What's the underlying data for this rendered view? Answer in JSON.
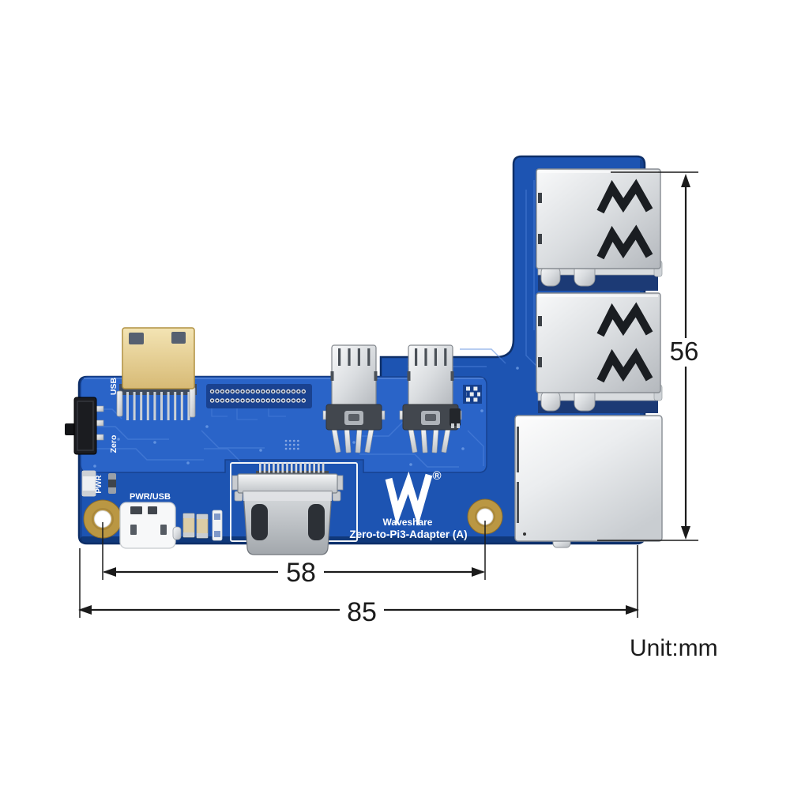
{
  "annotations": {
    "unit_label": "Unit:mm",
    "overall_width_mm": "85",
    "hole_spacing_mm": "58",
    "overall_height_mm": "56"
  },
  "silkscreen": {
    "brand": "Waveshare",
    "model": "Zero-to-Pi3-Adapter (A)",
    "registered_mark": "®",
    "switch_label_usb": "USB",
    "switch_label_zero": "Zero",
    "led_label": "PWR",
    "power_port_label": "PWR/USB"
  },
  "colors": {
    "background": "#ffffff",
    "pcb_base": "#1d54b2",
    "pcb_raised": "#2a64c8",
    "pcb_edge_dark": "#0d2f6b",
    "trace_blue": "#5286dd",
    "gold_pad": "#ba9743",
    "gold_connector": "#e7d49c",
    "connector_silver": "#e2e5e8",
    "connector_dark": "#3f454c",
    "annotation_black": "#1b1b1b",
    "silkscreen_white": "#ffffff"
  }
}
